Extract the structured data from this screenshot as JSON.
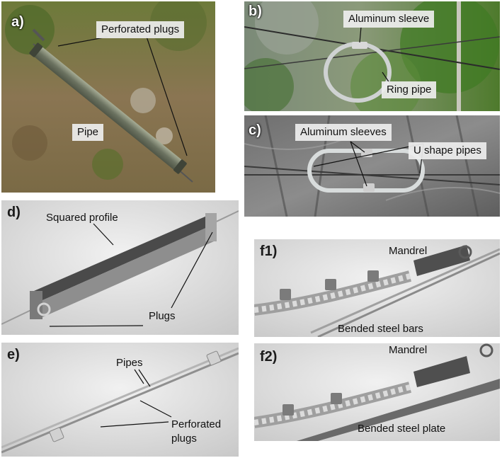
{
  "panels": {
    "a": {
      "tag": "a)",
      "labels": {
        "plugs": "Perforated plugs",
        "pipe": "Pipe"
      }
    },
    "b": {
      "tag": "b)",
      "labels": {
        "sleeve": "Aluminum sleeve",
        "ring": "Ring pipe"
      }
    },
    "c": {
      "tag": "c)",
      "labels": {
        "sleeves": "Aluminum sleeves",
        "upipes": "U shape pipes"
      }
    },
    "d": {
      "tag": "d)",
      "labels": {
        "profile": "Squared profile",
        "plugs": "Plugs"
      }
    },
    "e": {
      "tag": "e)",
      "labels": {
        "pipes": "Pipes",
        "plugs_line1": "Perforated",
        "plugs_line2": "plugs"
      }
    },
    "f1": {
      "tag": "f1)",
      "labels": {
        "mandrel": "Mandrel",
        "bars": "Bended steel bars"
      }
    },
    "f2": {
      "tag": "f2)",
      "labels": {
        "mandrel": "Mandrel",
        "plate": "Bended steel plate"
      }
    }
  },
  "colors": {
    "accent_label_bg": "#eeeeee",
    "tag_text": "#ffffff",
    "arrow": "#111111"
  }
}
